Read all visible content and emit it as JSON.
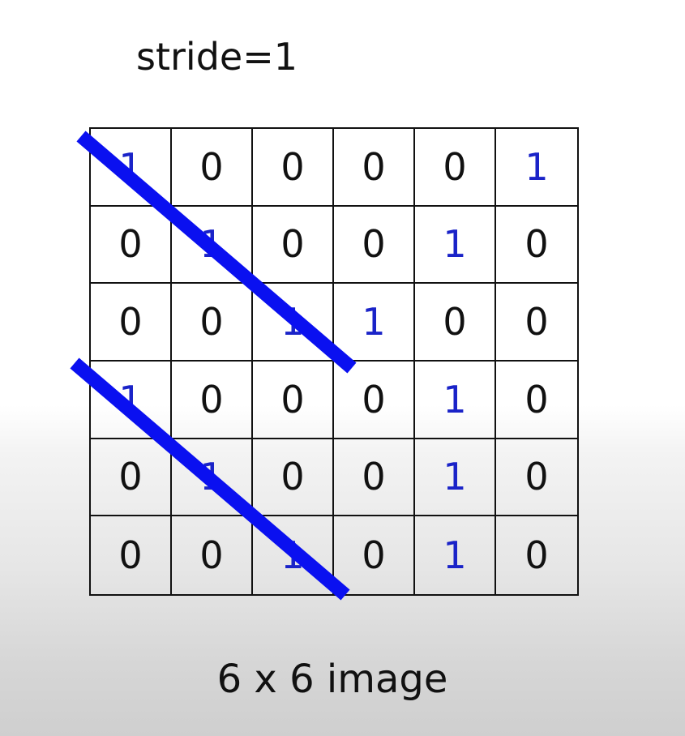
{
  "title": "stride=1",
  "caption": "6 x 6 image",
  "colors": {
    "text": "#111111",
    "highlight_digit": "#1a23c8",
    "stroke": "#0a10f0"
  },
  "matrix": [
    [
      "1",
      "0",
      "0",
      "0",
      "0",
      "1"
    ],
    [
      "0",
      "1",
      "0",
      "0",
      "1",
      "0"
    ],
    [
      "0",
      "0",
      "1",
      "1",
      "0",
      "0"
    ],
    [
      "1",
      "0",
      "0",
      "0",
      "1",
      "0"
    ],
    [
      "0",
      "1",
      "0",
      "0",
      "1",
      "0"
    ],
    [
      "0",
      "0",
      "1",
      "0",
      "1",
      "0"
    ]
  ]
}
